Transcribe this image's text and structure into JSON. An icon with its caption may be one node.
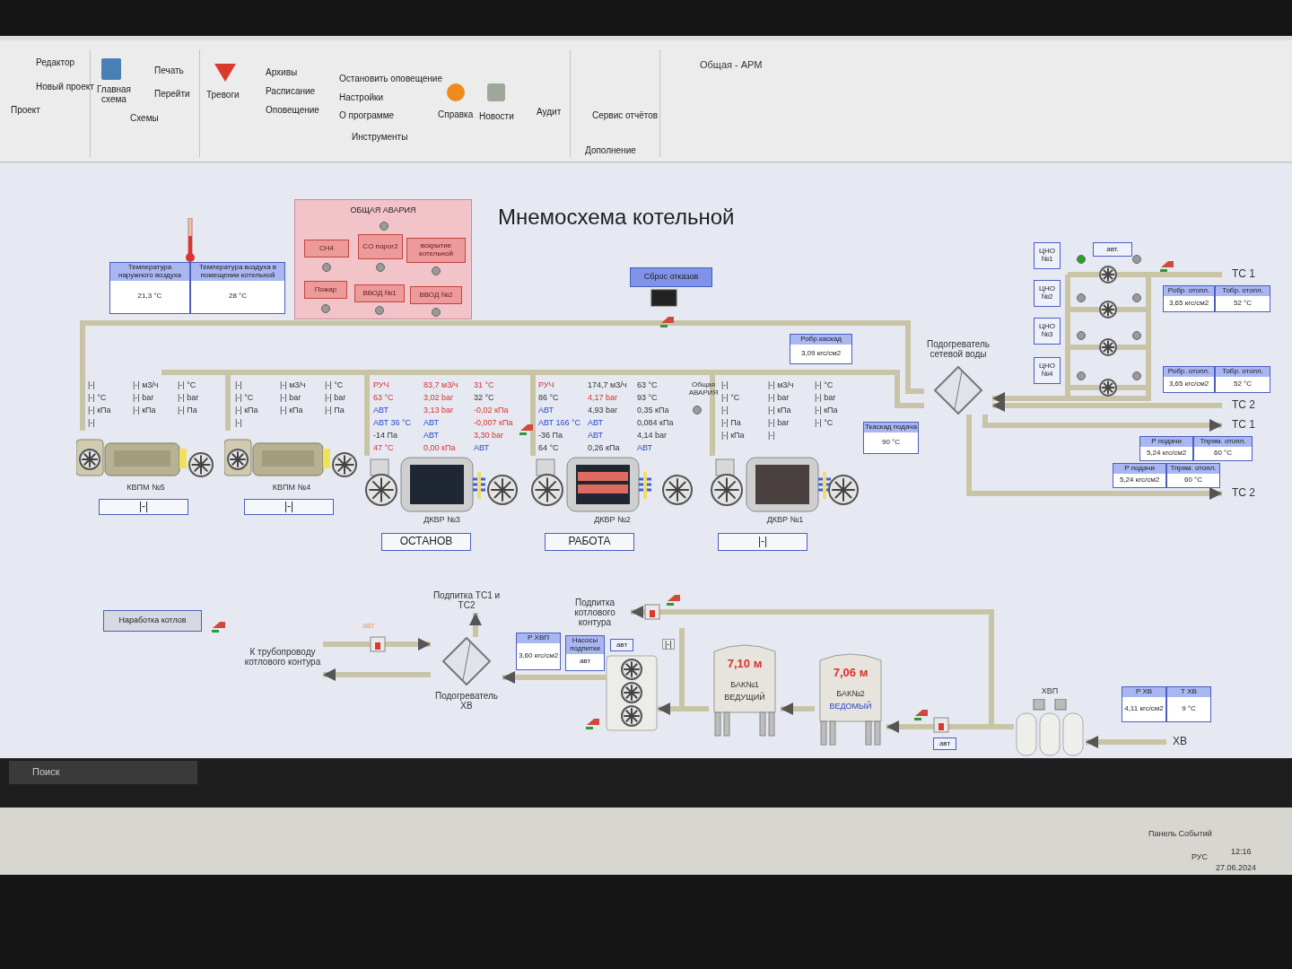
{
  "diagram": {
    "title": "Мнемосхема котельной",
    "nodes": [
      {
        "text": [
          "ОБЩАЯ АВАРИЯ"
        ]
      },
      {
        "text": [
          "CH4"
        ],
        "in": 0
      },
      {
        "text": [
          "CO порог2"
        ],
        "in": 0
      },
      {
        "text": [
          "вскрытие котельной"
        ],
        "in": 0
      },
      {
        "text": [
          "Пожар"
        ],
        "in": 0
      },
      {
        "text": [
          "ВВОД №1"
        ],
        "in": 0
      },
      {
        "text": [
          "ВВОД №2"
        ],
        "in": 0
      },
      {
        "text": [
          "Температура наружного воздуха",
          "21,3 °C"
        ]
      },
      {
        "text": [
          "Температура воздуха в помещении котельной",
          "28 °C"
        ]
      },
      {
        "text": [
          "Сброс отказов"
        ]
      },
      {
        "text": [
          "Робр.каскад",
          "3,09 кгс/см2"
        ]
      },
      {
        "text": [
          "Ткаскад подача",
          "90 °C"
        ]
      },
      {
        "text": [
          "Подогреватель сетевой воды"
        ]
      },
      {
        "text": [
          "ЦНО №1"
        ]
      },
      {
        "text": [
          "ЦНО №2"
        ]
      },
      {
        "text": [
          "ЦНО №3"
        ]
      },
      {
        "text": [
          "ЦНО №4"
        ]
      },
      {
        "text": [
          "авт."
        ]
      },
      {
        "text": [
          "Робр. отопл.",
          "3,65 кгс/см2"
        ]
      },
      {
        "text": [
          "Тобр. отопл.",
          "52 °C"
        ]
      },
      {
        "text": [
          "Робр. отопл.",
          "3,65 кгс/см2"
        ]
      },
      {
        "text": [
          "Тобр. отопл.",
          "52 °C"
        ]
      },
      {
        "text": [
          "Р подачи",
          "5,24 кгс/см2"
        ]
      },
      {
        "text": [
          "Тпрям. отопл.",
          "60 °C"
        ]
      },
      {
        "text": [
          "Р подачи",
          "5,24 кгс/см2"
        ]
      },
      {
        "text": [
          "Тпрям. отопл.",
          "60 °C"
        ]
      },
      {
        "text": [
          "ТС 1"
        ]
      },
      {
        "text": [
          "ТС 2"
        ]
      },
      {
        "text": [
          "ТС 1"
        ]
      },
      {
        "text": [
          "ТС 2"
        ]
      },
      {
        "text": [
          "КВПМ №5"
        ]
      },
      {
        "text": [
          "|-|"
        ]
      },
      {
        "text": [
          "КВПМ №4"
        ]
      },
      {
        "text": [
          "|-|"
        ]
      },
      {
        "text": [
          "ДКВР №3"
        ]
      },
      {
        "text": [
          "ОСТАНОВ"
        ]
      },
      {
        "text": [
          "ДКВР №2"
        ]
      },
      {
        "text": [
          "РАБОТА"
        ]
      },
      {
        "text": [
          "ДКВР №1"
        ]
      },
      {
        "text": [
          "|-|"
        ]
      },
      {
        "text": [
          "Наработка котлов"
        ]
      },
      {
        "text": [
          "К трубопроводу котлового контура"
        ]
      },
      {
        "text": [
          "Подогреватель ХВ"
        ]
      },
      {
        "text": [
          "Подпитка ТС1 и ТС2"
        ]
      },
      {
        "text": [
          "Р ХВП",
          "3,60 кгс/см2"
        ]
      },
      {
        "text": [
          "Насосы подпитки",
          "авт"
        ]
      },
      {
        "text": [
          "Подпитка котлового контура"
        ]
      },
      {
        "text": [
          "авт"
        ]
      },
      {
        "text": [
          "7,10 м",
          "БАК№1",
          "ВЕДУЩИЙ"
        ]
      },
      {
        "text": [
          "7,06 м",
          "БАК№2",
          "ВЕДОМЫЙ"
        ]
      },
      {
        "text": [
          "авт"
        ]
      },
      {
        "text": [
          "ХВП"
        ]
      },
      {
        "text": [
          "Р ХВ",
          "4,11 кгс/см2"
        ]
      },
      {
        "text": [
          "Т ХВ",
          "9 °C"
        ]
      },
      {
        "text": [
          "ХВ"
        ]
      },
      {
        "text": [],
        "shape": "picture"
      }
    ],
    "edges": [
      {
        "from": 26,
        "to": 12,
        "arrow": "to"
      },
      {
        "from": 27,
        "to": 12,
        "arrow": "to"
      },
      {
        "from": 12,
        "to": 28,
        "arrow": "to"
      },
      {
        "from": 12,
        "to": 29,
        "arrow": "to"
      },
      {
        "from": 41,
        "to": 42,
        "arrow": "to"
      },
      {
        "from": 42,
        "to": 41,
        "arrow": "to"
      },
      {
        "from": 42,
        "to": 43,
        "arrow": "to"
      },
      {
        "from": null,
        "to": 46,
        "arrow": "to"
      },
      {
        "from": 54,
        "to": 51,
        "arrow": "to"
      },
      {
        "from": 51,
        "to": 49,
        "arrow": "to"
      },
      {
        "from": 49,
        "to": 48,
        "arrow": "to"
      },
      {
        "from": 48,
        "to": 55,
        "arrow": "to"
      },
      {
        "from": 55,
        "to": 42,
        "arrow": "to"
      }
    ],
    "labels": [
      "Редактор",
      "Новый проект",
      "Проект",
      "Главная схема",
      "Печать",
      "Перейти",
      "Схемы",
      "Тревоги",
      "Архивы",
      "Расписание",
      "Оповещение",
      "Остановить оповещение",
      "Настройки",
      "О программе",
      "Справка",
      "Новости",
      "Аудит",
      "Инструменты",
      "Сервис отчётов",
      "Дополнение",
      "Общая - АРМ",
      "Поиск",
      "Панель Событий",
      "РУС",
      "12:16",
      "27.06.2024",
      "Общая АВАРИЯ",
      "|-|",
      "|-| м3/ч",
      "|-| °C",
      "|-| °C",
      "|-| bar",
      "|-| bar",
      "|-| кПа",
      "|-| кПа",
      "|-| Па",
      "|-|",
      "|-|",
      "|-| м3/ч",
      "|-| °C",
      "|-| °C",
      "|-| bar",
      "|-| bar",
      "|-| кПа",
      "|-| кПа",
      "|-| Па",
      "|-|",
      "РУЧ",
      "83,7 м3/ч",
      "31 °C",
      "63 °C",
      "3,02 bar",
      "32 °C",
      "АВТ",
      "3,13 bar",
      "-0,02 кПа",
      "АВТ 36 °C",
      "АВТ",
      "-0,007 кПа",
      "-14 Па",
      "АВТ",
      "3,30 bar",
      "47 °C",
      "0,00 кПа",
      "АВТ",
      "РУЧ",
      "174,7 м3/ч",
      "63 °C",
      "86 °C",
      "4,17 bar",
      "93 °C",
      "АВТ",
      "4,93 bar",
      "0,35 кПа",
      "АВТ 166 °C",
      "АВТ",
      "0,084 кПа",
      "-36 Па",
      "АВТ",
      "4,14 bar",
      "64 °C",
      "0,26 кПа",
      "АВТ",
      "|-|",
      "|-| м3/ч",
      "|-| °C",
      "|-| °C",
      "|-| bar",
      "|-| bar",
      "|-|",
      "|-| кПа",
      "|-| кПа",
      "|-| Па",
      "|-| bar",
      "|-| °C",
      "|-| кПа",
      "|-|",
      "авт",
      "|-|"
    ]
  }
}
